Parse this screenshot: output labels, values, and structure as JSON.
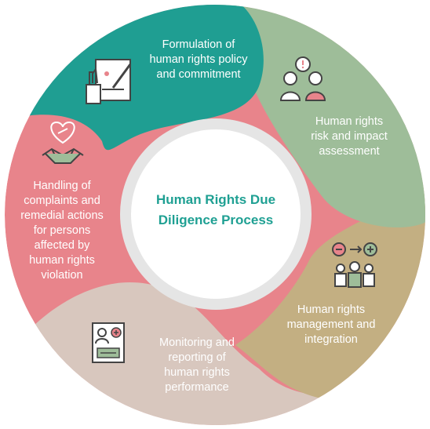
{
  "center_title": "Human Rights Due\nDiligence Process",
  "steps": [
    {
      "label": "Formulation of\nhuman rights policy\nand commitment",
      "icon": "hand-vote-pen-icon",
      "color": "#1f9e92"
    },
    {
      "label": "Human rights\nrisk and impact\nassessment",
      "icon": "people-alert-icon",
      "color": "#9ebd99"
    },
    {
      "label": "Human rights\nmanagement and\nintegration",
      "icon": "group-minus-plus-icon",
      "color": "#c3af82"
    },
    {
      "label": "Monitoring and\nreporting of\nhuman rights\nperformance",
      "icon": "report-document-icon",
      "color": "#d8c7be"
    },
    {
      "label": "Handling of\ncomplaints and\nremedial actions\nfor persons\naffected by\nhuman rights\nviolation",
      "icon": "heart-handshake-icon",
      "color": "#e8848b"
    }
  ]
}
